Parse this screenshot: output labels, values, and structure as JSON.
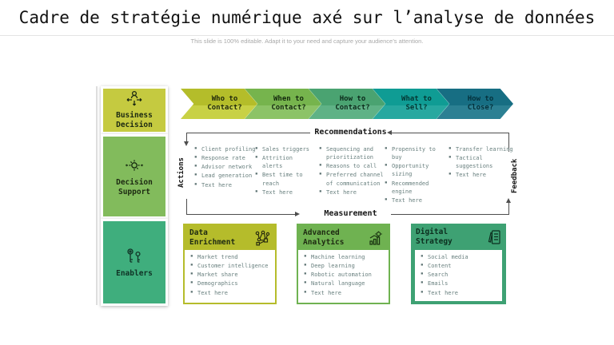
{
  "title": "Cadre de stratégie numérique axé sur l’analyse de données",
  "subtitle": "This slide is 100% editable. Adapt it to your need and capture your audience’s attention.",
  "palette": {
    "stage1": "#b5bc2b",
    "stage2": "#76b44d",
    "stage3": "#4aa371",
    "stage4": "#0f9c94",
    "stage5": "#176e83",
    "sidebar1": "#c5ca40",
    "sidebar2": "#82bb5c",
    "sidebar3": "#3fae7d"
  },
  "sidebar": {
    "items": [
      {
        "label": "Business\nDecision",
        "icon": "business-decision-icon"
      },
      {
        "label": "Decision\nSupport",
        "icon": "decision-support-icon"
      },
      {
        "label": "Enablers",
        "icon": "keys-icon"
      }
    ]
  },
  "chevrons": [
    {
      "label": "Who to\nContact?"
    },
    {
      "label": "When to\nContact?"
    },
    {
      "label": "How to\nContact?"
    },
    {
      "label": "What to\nSell?"
    },
    {
      "label": "How to\nClose?"
    }
  ],
  "flow": {
    "recommendations_label": "Recommendations",
    "measurement_label": "Measurement",
    "actions_label": "Actions",
    "feedback_label": "Feedback"
  },
  "columns": [
    {
      "items": [
        "Client profiling",
        "Response rate",
        "Advisor network",
        "Lead generation",
        "Text here"
      ]
    },
    {
      "items": [
        "Sales triggers",
        "Attrition alerts",
        "Best time to reach",
        "Text here"
      ]
    },
    {
      "items": [
        "Sequencing and prioritization",
        "Reasons to call",
        "Preferred channel of communication",
        "Text here"
      ]
    },
    {
      "items": [
        "Propensity to buy",
        "Opportunity sizing",
        "Recommended engine",
        "Text here"
      ]
    },
    {
      "items": [
        "Transfer learning",
        "Tactical suggestions",
        "Text here"
      ]
    }
  ],
  "cards": [
    {
      "title": "Data\nEnrichment",
      "icon": "data-enrichment-icon",
      "items": [
        "Market trend",
        "Customer intelligence",
        "Market share",
        "Demographics",
        "Text here"
      ]
    },
    {
      "title": "Advanced\nAnalytics",
      "icon": "advanced-analytics-icon",
      "items": [
        "Machine learning",
        "Deep learning",
        "Robotic automation",
        "Natural language",
        "Text here"
      ]
    },
    {
      "title": "Digital Strategy",
      "icon": "digital-strategy-icon",
      "items": [
        "Social media",
        "Content",
        "Search",
        "Emails",
        "Text here"
      ]
    }
  ]
}
